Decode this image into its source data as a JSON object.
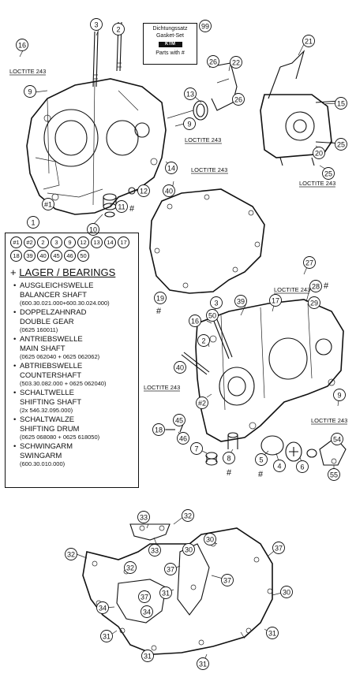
{
  "gasket_box": {
    "line1": "Dichtungssatz",
    "line2": "Gasket-Set",
    "logo": "KTM",
    "line3": "Parts with #",
    "callout": "99"
  },
  "loctite_labels": [
    "LOCTITE 243",
    "LOCTITE 243",
    "LOCTITE 243",
    "LOCTITE 243",
    "LOCTITE 243",
    "LOCTITE 243",
    "LOCTITE 243"
  ],
  "hash_mark": "#",
  "legend": {
    "callout": "1",
    "circled_refs": [
      "#1",
      "#2",
      "2",
      "3",
      "9",
      "12",
      "13",
      "14",
      "17",
      "18",
      "39",
      "40",
      "45",
      "46",
      "50"
    ],
    "title_plus": "+",
    "title_de": "LAGER",
    "title_sep": " / ",
    "title_en": "BEARINGS",
    "items": [
      {
        "de": "AUSGLEICHSWELLE",
        "en": "BALANCER SHAFT",
        "pn": "(600.30.021.000+600.30.024.000)"
      },
      {
        "de": "DOPPELZAHNRAD",
        "en": "DOUBLE GEAR",
        "pn": "(0625 160011)"
      },
      {
        "de": "ANTRIEBSWELLE",
        "en": "MAIN SHAFT",
        "pn": "(0625 062040 + 0625 062062)"
      },
      {
        "de": "ABTRIEBSWELLE",
        "en": "COUNTERSHAFT",
        "pn": "(503.30.082.000 + 0625 062040)"
      },
      {
        "de": "SCHALTWELLE",
        "en": "SHIFTING SHAFT",
        "pn": "(2x 546.32.095.000)"
      },
      {
        "de": "SCHALTWALZE",
        "en": "SHIFTING DRUM",
        "pn": "(0625 068080 + 0625 618050)"
      },
      {
        "de": "SCHWINGARM",
        "en": "SWINGARM",
        "pn": "(600.30.010.000)"
      }
    ]
  },
  "callouts": [
    "3",
    "2",
    "16",
    "9",
    "13",
    "9",
    "14",
    "40",
    "12",
    "10",
    "11",
    "#1",
    "21",
    "26",
    "22",
    "26",
    "15",
    "20",
    "25",
    "25",
    "19",
    "27",
    "28",
    "29",
    "17",
    "39",
    "50",
    "3",
    "16",
    "2",
    "40",
    "#2",
    "9",
    "54",
    "55",
    "18",
    "45",
    "46",
    "7",
    "8",
    "5",
    "4",
    "6",
    "33",
    "32",
    "33",
    "32",
    "32",
    "30",
    "37",
    "30",
    "37",
    "37",
    "31",
    "37",
    "34",
    "34",
    "30",
    "31",
    "31",
    "31",
    "31"
  ],
  "colors": {
    "line": "#111111",
    "background": "#ffffff"
  }
}
